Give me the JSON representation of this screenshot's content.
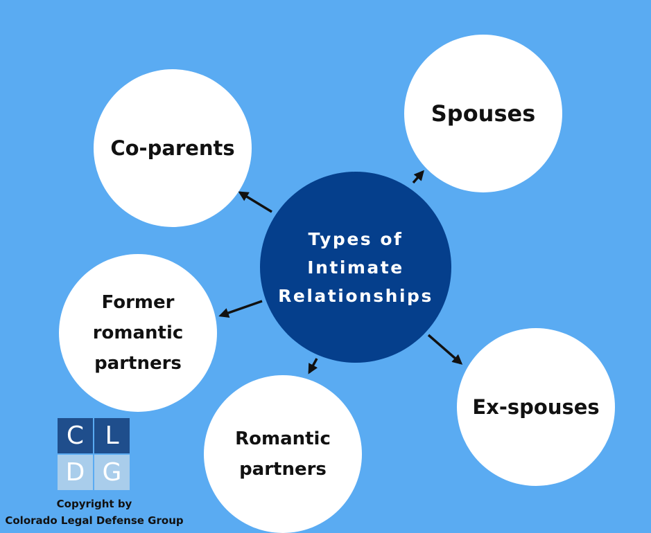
{
  "colors": {
    "background": "#5aabf2",
    "center_fill": "#053f8c",
    "node_fill": "#ffffff",
    "arrow": "#111111",
    "logo_dark": "#1f4e8c",
    "logo_light": "#a9cdeb"
  },
  "diagram": {
    "center": {
      "label": "Types of\nIntimate\nRelationships"
    },
    "nodes": [
      {
        "id": "co-parents",
        "label": "Co-parents"
      },
      {
        "id": "spouses",
        "label": "Spouses"
      },
      {
        "id": "former-romantic-partners",
        "label": "Former\nromantic\npartners"
      },
      {
        "id": "romantic-partners",
        "label": "Romantic\npartners"
      },
      {
        "id": "ex-spouses",
        "label": "Ex-spouses"
      }
    ]
  },
  "logo": {
    "letters": [
      "C",
      "L",
      "D",
      "G"
    ]
  },
  "copyright": {
    "line1": "Copyright by",
    "line2": "Colorado Legal Defense Group"
  }
}
